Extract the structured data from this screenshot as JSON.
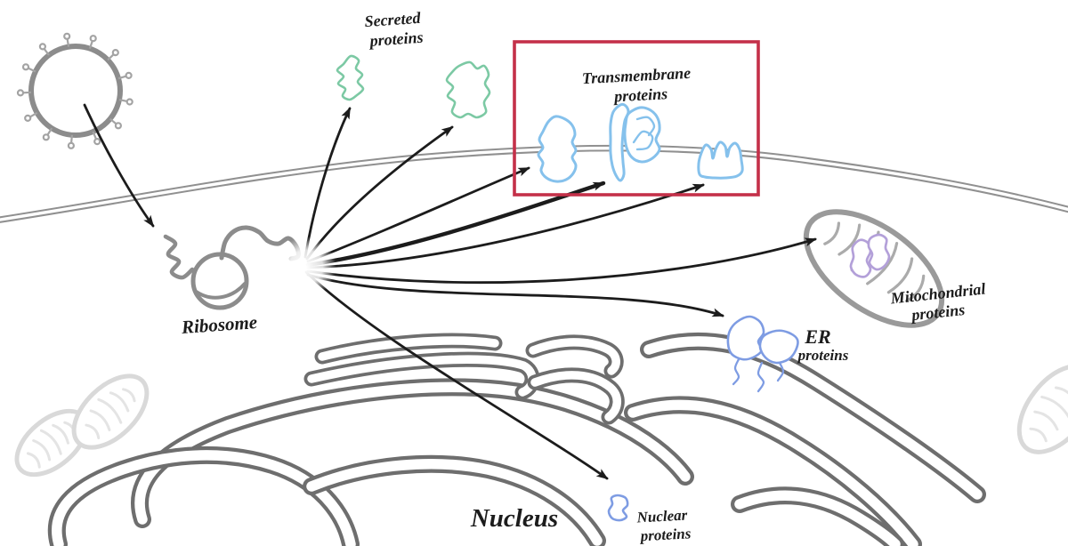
{
  "labels": {
    "secreted": {
      "line1": "Secreted",
      "line2": "proteins"
    },
    "transmembrane": {
      "line1": "Transmembrane",
      "line2": "proteins"
    },
    "mitochondrial": {
      "line1": "Mitochondrial",
      "line2": "proteins"
    },
    "er": {
      "line1": "ER",
      "line2": "proteins"
    },
    "nuclear": {
      "line1": "Nuclear",
      "line2": "proteins"
    },
    "nucleus": "Nucleus",
    "ribosome": "Ribosome"
  },
  "colors": {
    "ink": "#1c1c1c",
    "membrane_gray": "#909090",
    "er_gray": "#6e6e6e",
    "organelle_gray": "#9a9a9a",
    "faint_gray": "#d9d9d9",
    "secreted_green": "#7cc9a4",
    "transmembrane_blue": "#85c1ec",
    "er_nuclear_blue": "#7e9ce3",
    "mitochondrial_purple": "#b3a0d9",
    "highlight_red": "#c43049"
  }
}
